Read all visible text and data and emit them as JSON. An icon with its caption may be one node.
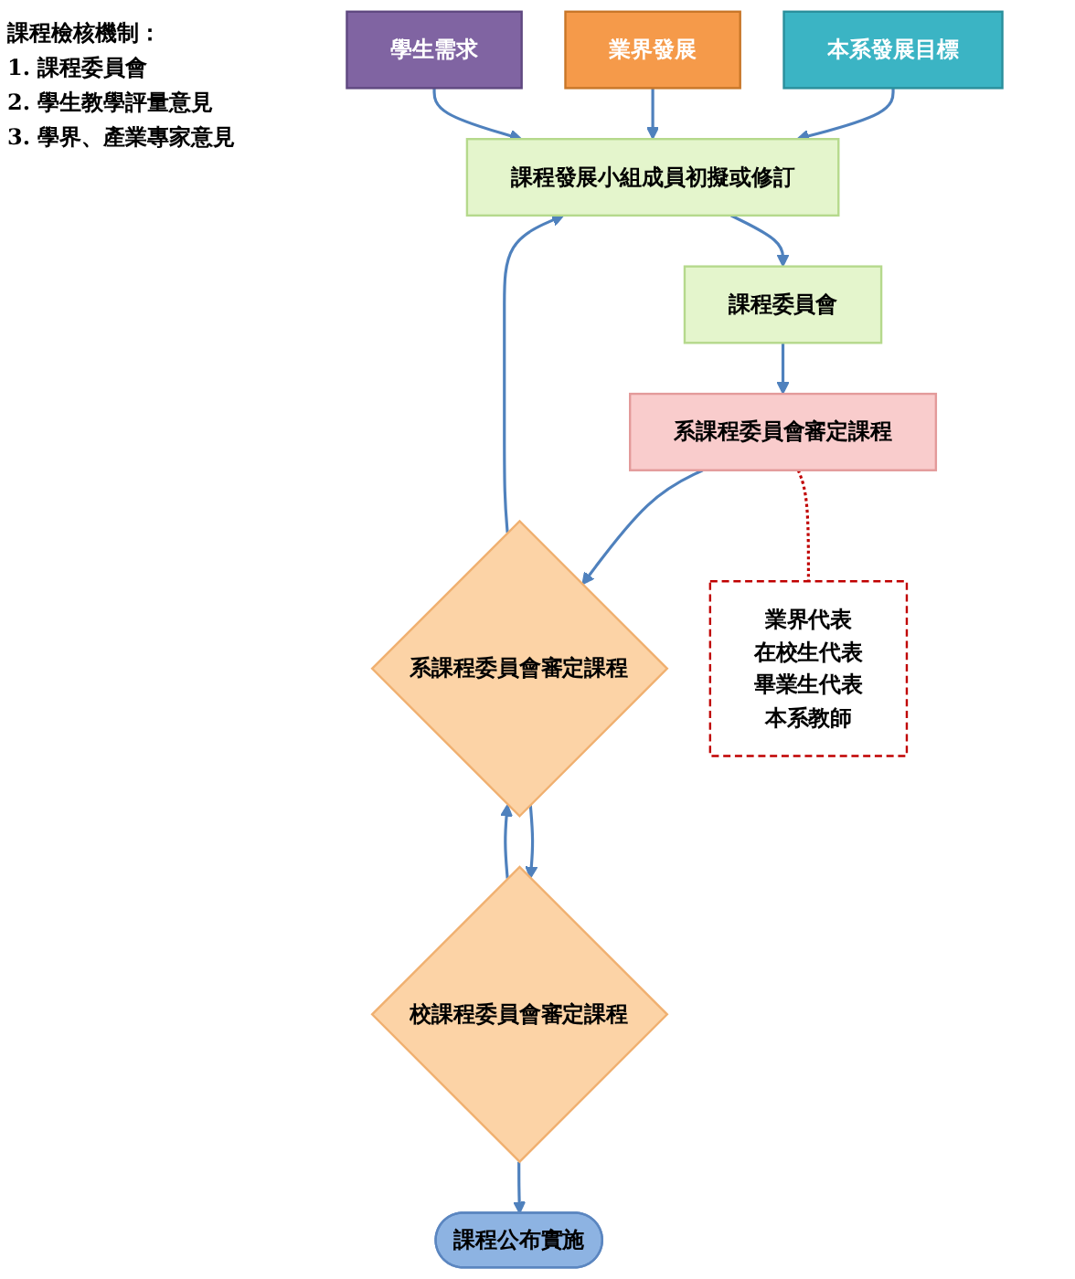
{
  "diagram": {
    "nodes": [
      {
        "text": [
          "本系發展目標"
        ]
      },
      {
        "text": [
          "業界發展"
        ]
      },
      {
        "text": [
          "學生需求"
        ]
      },
      {
        "text": [
          "課程發展小組成員初擬或修訂"
        ]
      },
      {
        "text": [
          "課程委員會"
        ]
      },
      {
        "text": [
          "系課程委員會審定課程"
        ]
      },
      {
        "text": [
          "系課程委員會審定課程"
        ]
      },
      {
        "text": [
          "校課程委員會審定課程"
        ]
      },
      {
        "text": [
          "課程公布實施"
        ]
      },
      {
        "text": [
          "業界代表",
          "在校生代表",
          "畢業生代表",
          "本系教師"
        ]
      }
    ],
    "edges": [
      {
        "from": 0,
        "to": 3,
        "arrow": "to"
      },
      {
        "from": 1,
        "to": 3,
        "arrow": "to"
      },
      {
        "from": 2,
        "to": 3,
        "arrow": "to"
      },
      {
        "from": 3,
        "to": 4,
        "arrow": "to"
      },
      {
        "from": 4,
        "to": 5,
        "arrow": "to"
      },
      {
        "from": 5,
        "to": 6,
        "arrow": "to"
      },
      {
        "from": 6,
        "to": 7,
        "arrow": "to"
      },
      {
        "from": 7,
        "to": 6,
        "arrow": "to"
      },
      {
        "from": 7,
        "to": 8,
        "arrow": "to"
      },
      {
        "from": 6,
        "to": 3,
        "arrow": "to"
      },
      {
        "from": 5,
        "to": 9,
        "arrow": "none",
        "style": "dashed",
        "color": "#c00000"
      }
    ],
    "labels": [
      "課程檢核機制：",
      "1. 課程委員會",
      "2. 學生教學評量意見",
      "3. 學界、產業專家意見"
    ]
  }
}
